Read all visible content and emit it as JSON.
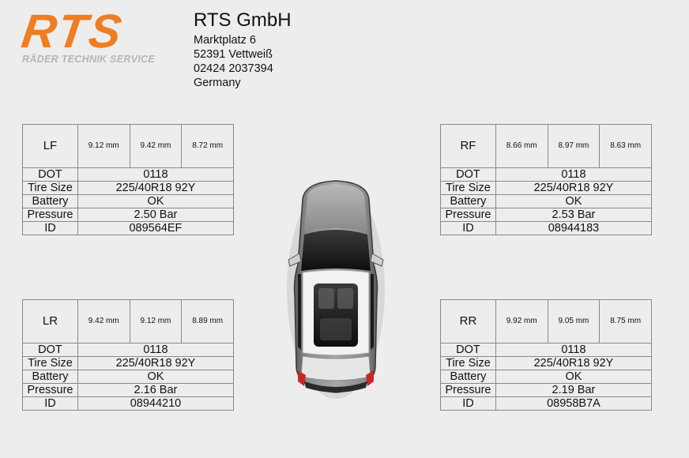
{
  "logo": {
    "main": "RTS",
    "sub": "RÄDER TECHNIK SERVICE",
    "color": "#ef7d22"
  },
  "company": {
    "name": "RTS GmbH",
    "street": "Marktplatz 6",
    "city": "52391 Vettweiß",
    "phone": "02424 2037394",
    "country": "Germany"
  },
  "labels": {
    "dot": "DOT",
    "tire_size": "Tire Size",
    "battery": "Battery",
    "pressure": "Pressure",
    "id": "ID"
  },
  "tires": {
    "lf": {
      "position": "LF",
      "depths": [
        "9.12 mm",
        "9.42 mm",
        "8.72 mm"
      ],
      "dot": "0118",
      "size": "225/40R18 92Y",
      "battery": "OK",
      "pressure": "2.50 Bar",
      "id": "089564EF"
    },
    "rf": {
      "position": "RF",
      "depths": [
        "8.66 mm",
        "8.97 mm",
        "8.63 mm"
      ],
      "dot": "0118",
      "size": "225/40R18 92Y",
      "battery": "OK",
      "pressure": "2.53 Bar",
      "id": "08944183"
    },
    "lr": {
      "position": "LR",
      "depths": [
        "9.42 mm",
        "9.12 mm",
        "8.89 mm"
      ],
      "dot": "0118",
      "size": "225/40R18 92Y",
      "battery": "OK",
      "pressure": "2.16 Bar",
      "id": "08944210"
    },
    "rr": {
      "position": "RR",
      "depths": [
        "9.92 mm",
        "9.05 mm",
        "8.75 mm"
      ],
      "dot": "0118",
      "size": "225/40R18 92Y",
      "battery": "OK",
      "pressure": "2.19 Bar",
      "id": "08958B7A"
    }
  }
}
